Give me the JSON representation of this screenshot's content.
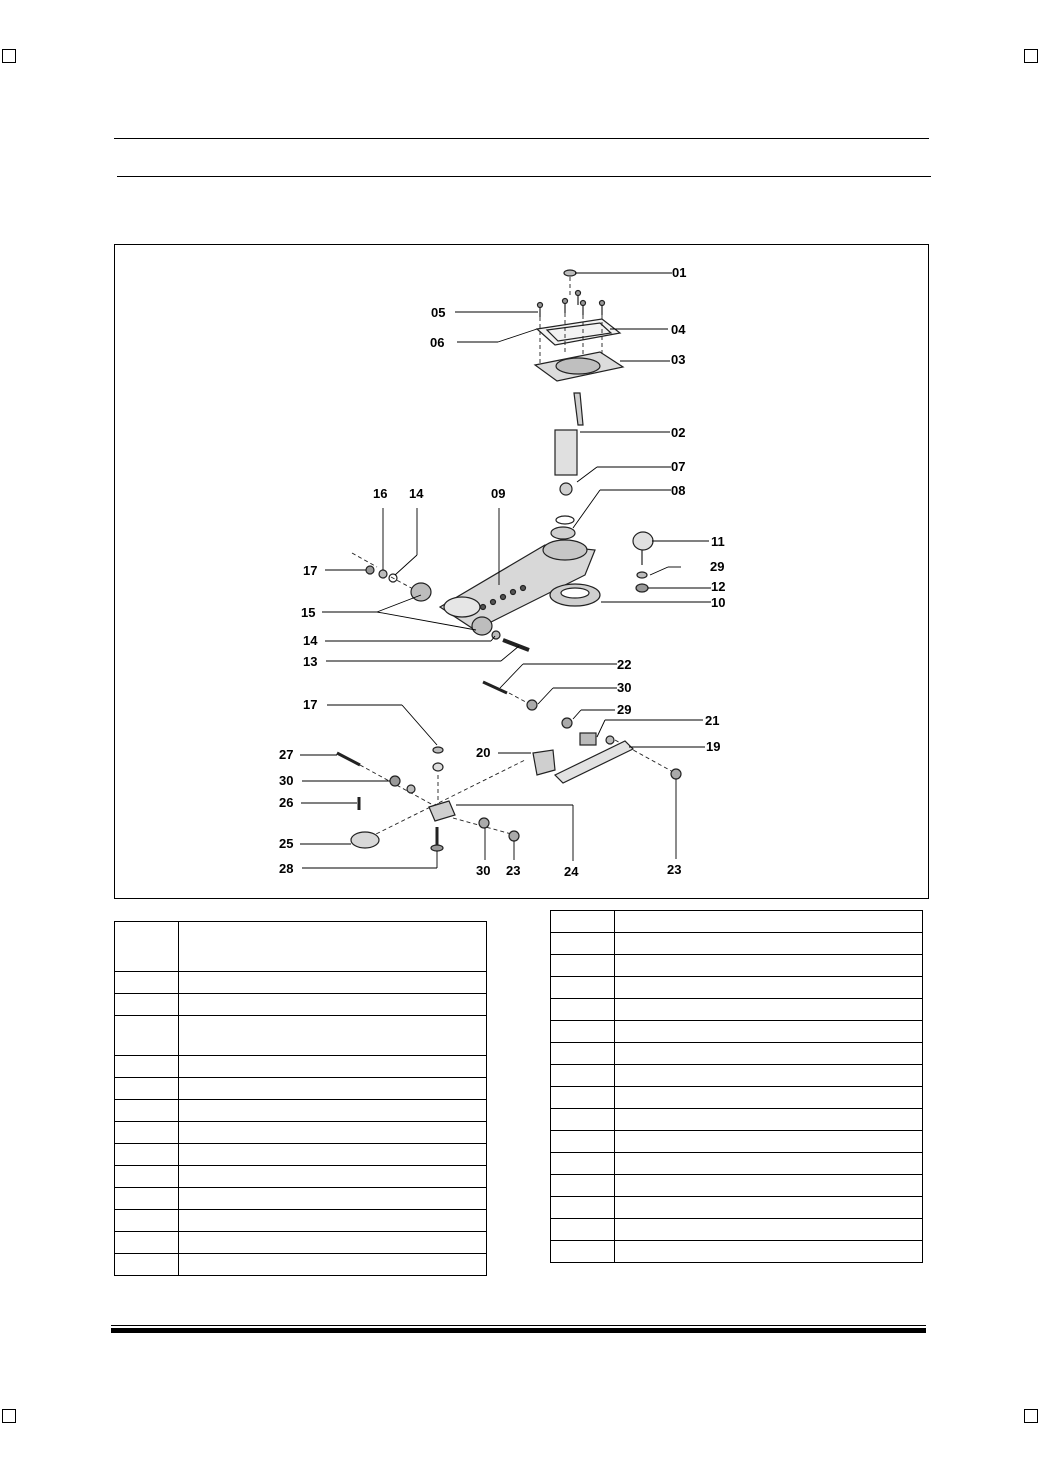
{
  "figure": {
    "callouts": [
      "01",
      "05",
      "04",
      "06",
      "03",
      "02",
      "07",
      "08",
      "16",
      "14",
      "09",
      "11",
      "17",
      "29",
      "12",
      "15",
      "10",
      "14",
      "13",
      "22",
      "30",
      "17",
      "29",
      "21",
      "20",
      "19",
      "27",
      "30",
      "26",
      "25",
      "28",
      "30",
      "23",
      "24",
      "23"
    ]
  },
  "left_table": {
    "rows": [
      {
        "no": "",
        "name": ""
      },
      {
        "no": "",
        "name": ""
      },
      {
        "no": "",
        "name": ""
      },
      {
        "no": "",
        "name": ""
      },
      {
        "no": "",
        "name": ""
      },
      {
        "no": "",
        "name": ""
      },
      {
        "no": "",
        "name": ""
      },
      {
        "no": "",
        "name": ""
      },
      {
        "no": "",
        "name": ""
      },
      {
        "no": "",
        "name": ""
      },
      {
        "no": "",
        "name": ""
      },
      {
        "no": "",
        "name": ""
      },
      {
        "no": "",
        "name": ""
      },
      {
        "no": "",
        "name": ""
      }
    ]
  },
  "right_table": {
    "rows": [
      {
        "no": "",
        "name": ""
      },
      {
        "no": "",
        "name": ""
      },
      {
        "no": "",
        "name": ""
      },
      {
        "no": "",
        "name": ""
      },
      {
        "no": "",
        "name": ""
      },
      {
        "no": "",
        "name": ""
      },
      {
        "no": "",
        "name": ""
      },
      {
        "no": "",
        "name": ""
      },
      {
        "no": "",
        "name": ""
      },
      {
        "no": "",
        "name": ""
      },
      {
        "no": "",
        "name": ""
      },
      {
        "no": "",
        "name": ""
      },
      {
        "no": "",
        "name": ""
      },
      {
        "no": "",
        "name": ""
      },
      {
        "no": "",
        "name": ""
      },
      {
        "no": "",
        "name": ""
      }
    ]
  }
}
